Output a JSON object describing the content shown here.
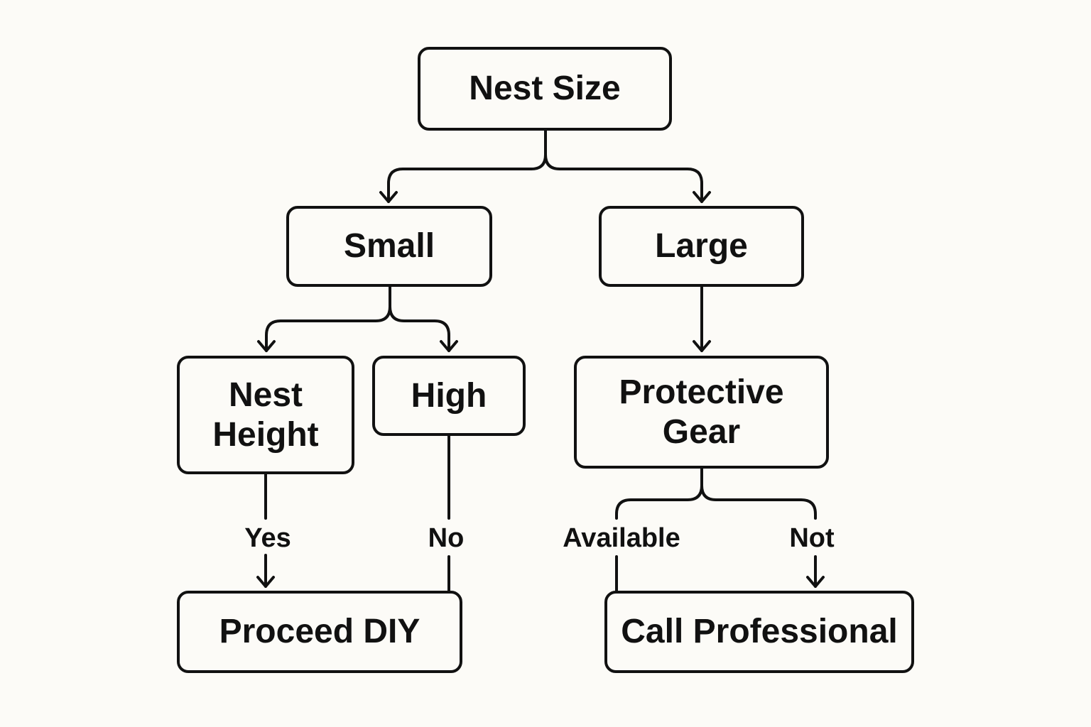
{
  "nodes": {
    "nest_size": "Nest Size",
    "small": "Small",
    "large": "Large",
    "nest_height": {
      "line1": "Nest",
      "line2": "Height"
    },
    "high": "High",
    "protective_gear": {
      "line1": "Protective",
      "line2": "Gear"
    },
    "proceed_diy": "Proceed DIY",
    "call_professional": "Call Professional"
  },
  "edge_labels": {
    "yes": "Yes",
    "no": "No",
    "available": "Available",
    "not": "Not"
  }
}
